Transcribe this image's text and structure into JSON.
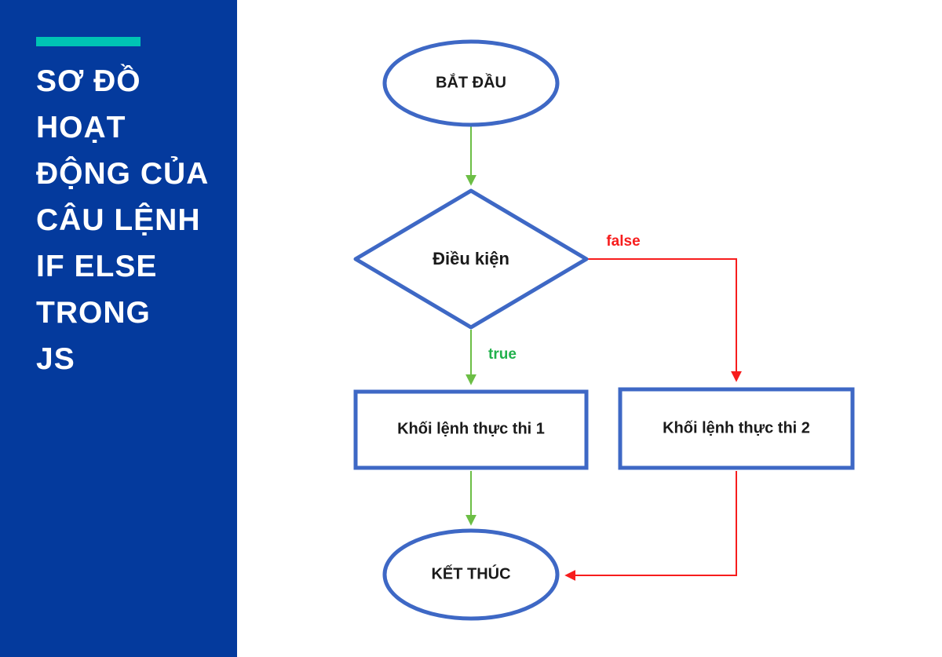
{
  "sidebar": {
    "title_lines": [
      "SƠ ĐỒ",
      "HOẠT",
      "ĐỘNG CỦA",
      "CÂU LỆNH",
      "IF ELSE",
      "TRONG",
      "JS"
    ],
    "bg_color": "#043A9D",
    "accent_color": "#00C4B4",
    "title_color": "#FFFFFF"
  },
  "flowchart": {
    "type": "flowchart",
    "nodes": {
      "start": "BẮT ĐẦU",
      "condition": "Điều kiện",
      "block1": "Khối lệnh thực thi 1",
      "block2": "Khối lệnh thực thi 2",
      "end": "KẾT THÚC"
    },
    "edges": {
      "true_label": "true",
      "false_label": "false"
    },
    "colors": {
      "node_border": "#3E68C5",
      "node_fill": "#FFFFFF",
      "node_text": "#1A1A1A",
      "true_path": "#6CBE45",
      "true_text": "#21B14C",
      "false_path": "#F71D1D"
    }
  }
}
